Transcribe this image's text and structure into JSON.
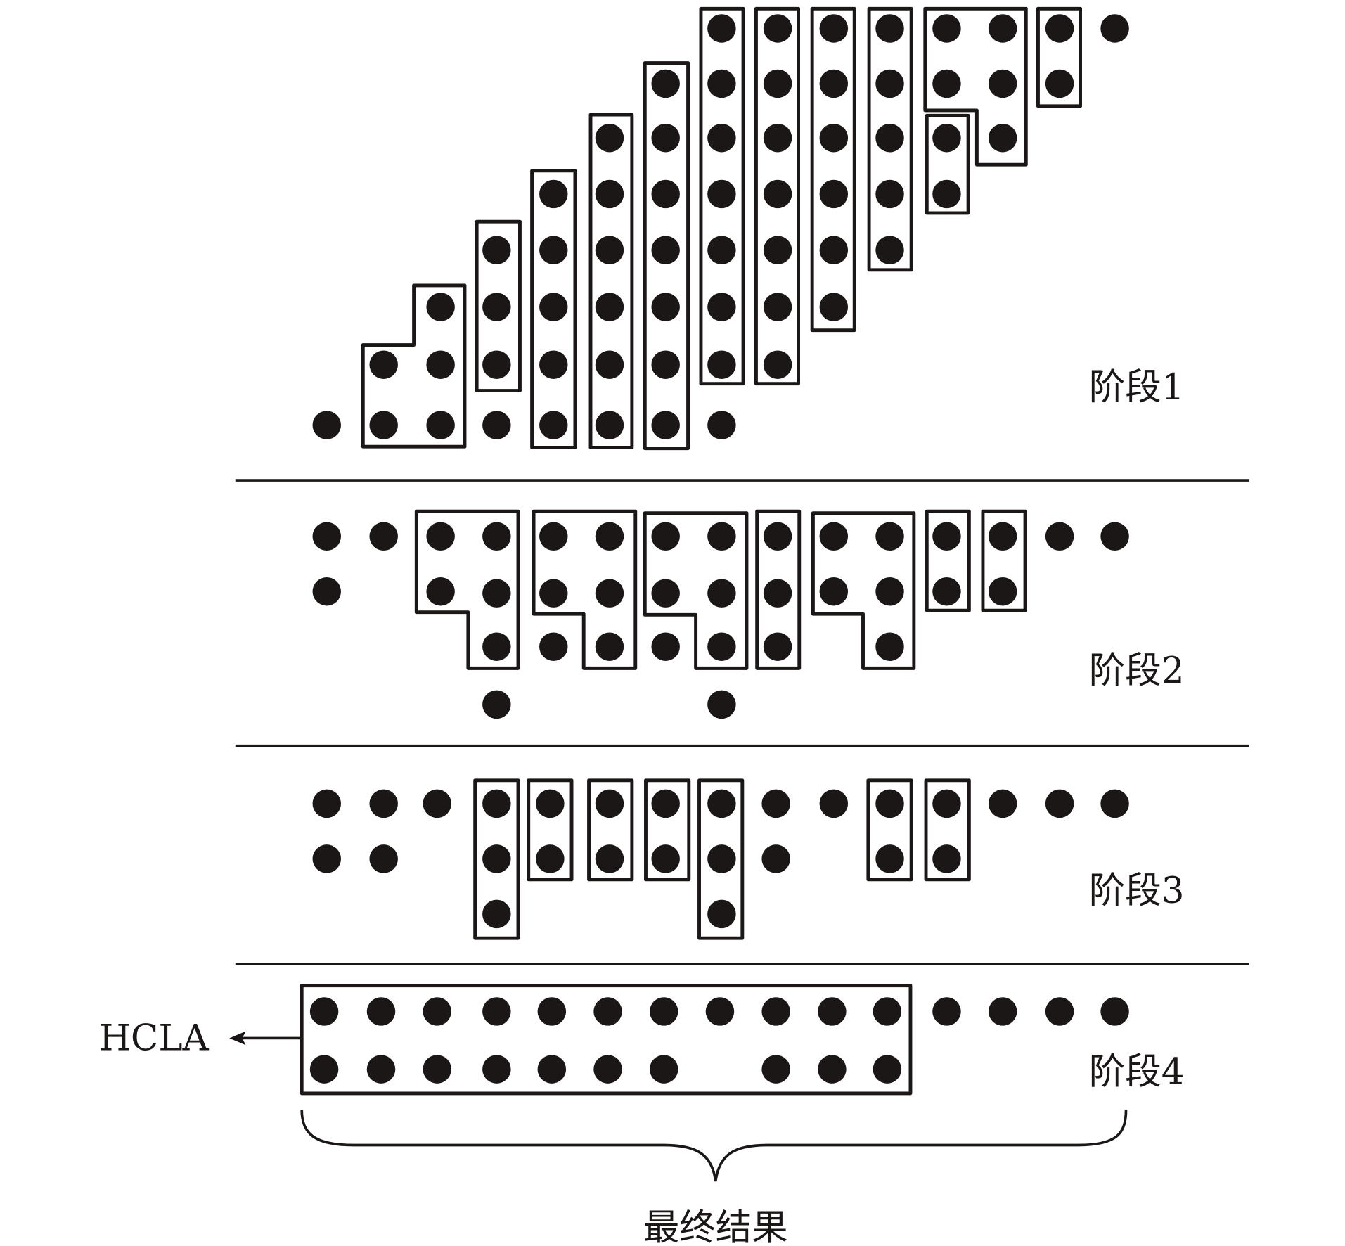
{
  "title": "Dot diagram of partial-product reduction stages",
  "stages": [
    {
      "label": "阶段1"
    },
    {
      "label": "阶段2"
    },
    {
      "label": "阶段3"
    },
    {
      "label": "阶段4"
    }
  ],
  "output_label": "HCLA",
  "result_label": "最终结果",
  "colors": {
    "ink": "#1a1716",
    "background": "#ffffff"
  }
}
